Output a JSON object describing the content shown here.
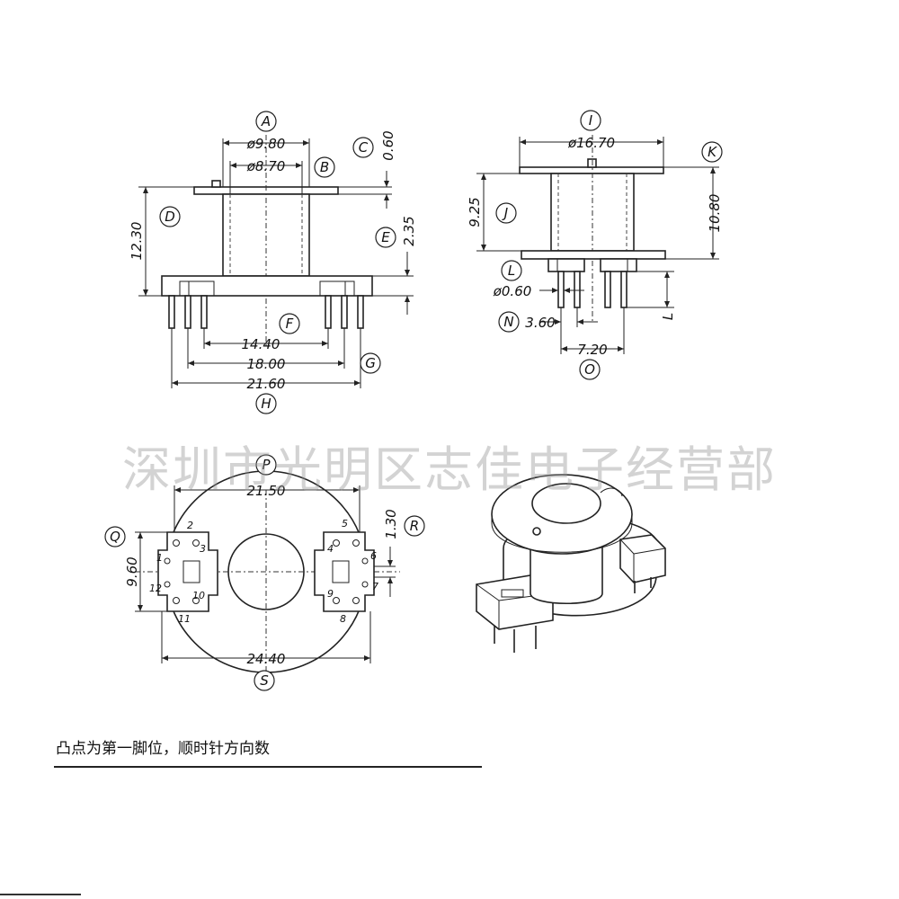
{
  "watermark": "深圳市光明区志佳电子经营部",
  "note": "凸点为第一脚位，顺时针方向数",
  "front_view": {
    "labels": {
      "A": "A",
      "B": "B",
      "C": "C",
      "D": "D",
      "E": "E",
      "F": "F",
      "G": "G",
      "H": "H"
    },
    "dims": {
      "A": "ø9.80",
      "B": "ø8.70",
      "C": "0.60",
      "D": "12.30",
      "E": "2.35",
      "F": "14.40",
      "G": "18.00",
      "H": "21.60"
    }
  },
  "side_view": {
    "labels": {
      "I": "I",
      "J": "J",
      "K": "K",
      "L": "L",
      "N": "N",
      "O": "O",
      "Lpin": "L"
    },
    "dims": {
      "I": "ø16.70",
      "J": "9.25",
      "K": "10.80",
      "L": "ø0.60",
      "N": "3.60",
      "O": "7.20"
    }
  },
  "bottom_view": {
    "labels": {
      "P": "P",
      "Q": "Q",
      "R": "R",
      "S": "S"
    },
    "dims": {
      "P": "21.50",
      "Q": "9.60",
      "R": "1.30",
      "S": "24.40"
    },
    "pins": [
      "1",
      "2",
      "3",
      "4",
      "5",
      "6",
      "7",
      "8",
      "9",
      "10",
      "11",
      "12"
    ]
  }
}
